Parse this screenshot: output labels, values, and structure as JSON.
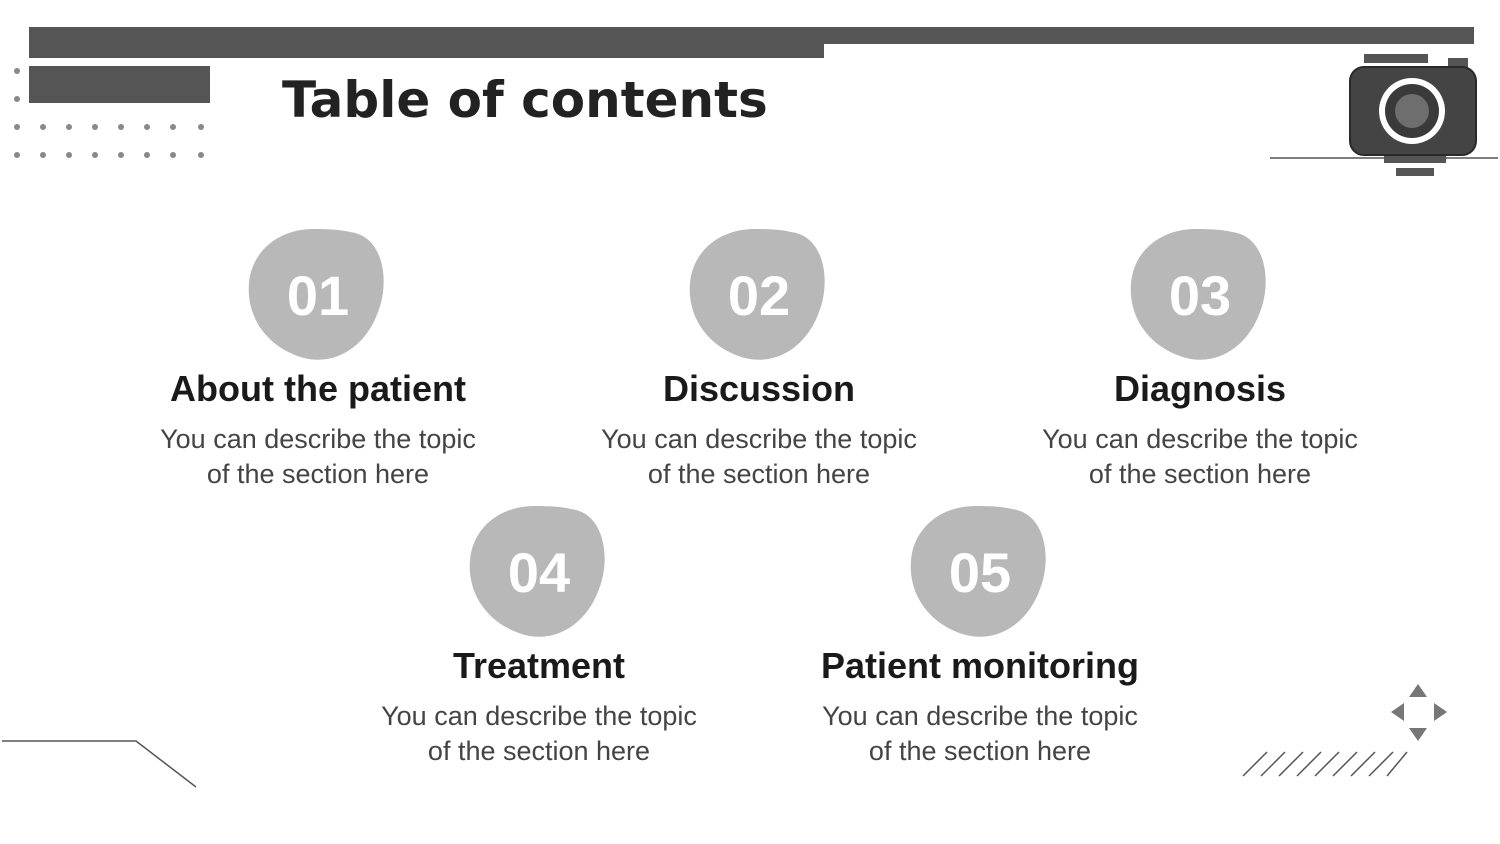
{
  "slide": {
    "title": "Table of contents",
    "colors": {
      "accent": "#555555",
      "blob": "#b8b8b8",
      "heading": "#1a1a1a",
      "text": "#444444"
    },
    "icons": {
      "camera": "camera-icon",
      "arrows": "move-arrows-icon"
    },
    "sections": [
      {
        "number": "01",
        "heading": "About the patient",
        "line1": "You can describe the topic",
        "line2": "of the section here"
      },
      {
        "number": "02",
        "heading": "Discussion",
        "line1": "You can describe the topic",
        "line2": "of the section here"
      },
      {
        "number": "03",
        "heading": "Diagnosis",
        "line1": "You can describe the topic",
        "line2": "of the section here"
      },
      {
        "number": "04",
        "heading": "Treatment",
        "line1": "You can describe the topic",
        "line2": "of the section here"
      },
      {
        "number": "05",
        "heading": "Patient monitoring",
        "line1": "You can describe the topic",
        "line2": "of the section here"
      }
    ]
  }
}
